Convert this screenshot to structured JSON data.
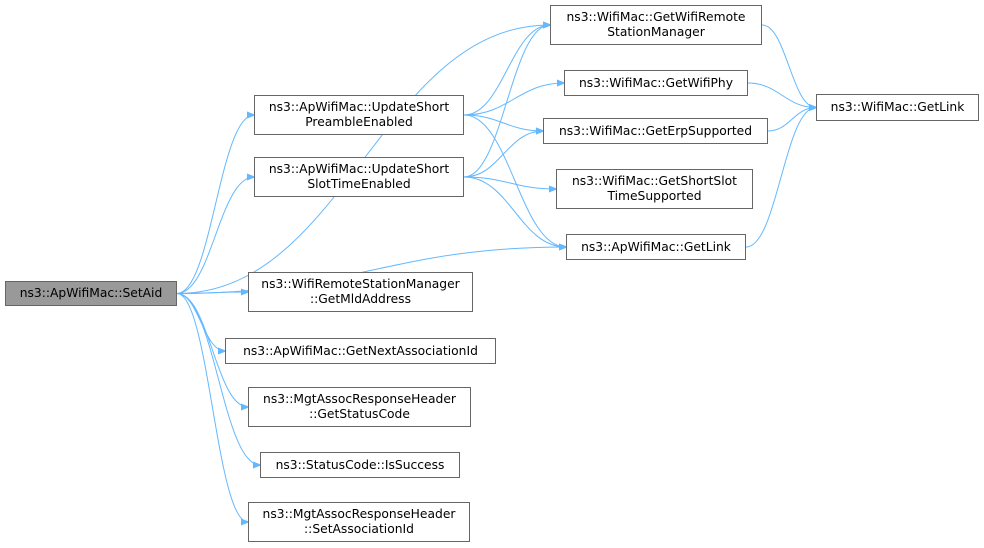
{
  "graph": {
    "edge_color": "#63b8ff",
    "root_fill": "#999999",
    "node_border": "#666666",
    "nodes": {
      "setaid": {
        "lines": [
          "ns3::ApWifiMac::SetAid"
        ]
      },
      "upd_preamble": {
        "lines": [
          "ns3::ApWifiMac::UpdateShort",
          "PreambleEnabled"
        ]
      },
      "upd_slot": {
        "lines": [
          "ns3::ApWifiMac::UpdateShort",
          "SlotTimeEnabled"
        ]
      },
      "get_rsm": {
        "lines": [
          "ns3::WifiMac::GetWifiRemote",
          "StationManager"
        ]
      },
      "get_phy": {
        "lines": [
          "ns3::WifiMac::GetWifiPhy"
        ]
      },
      "get_erp": {
        "lines": [
          "ns3::WifiMac::GetErpSupported"
        ]
      },
      "get_shortslot": {
        "lines": [
          "ns3::WifiMac::GetShortSlot",
          "TimeSupported"
        ]
      },
      "wifimac_getlink": {
        "lines": [
          "ns3::WifiMac::GetLink"
        ]
      },
      "apwifimac_getlink": {
        "lines": [
          "ns3::ApWifiMac::GetLink"
        ]
      },
      "get_mld": {
        "lines": [
          "ns3::WifiRemoteStationManager",
          "::GetMldAddress"
        ]
      },
      "get_next_assoc": {
        "lines": [
          "ns3::ApWifiMac::GetNextAssociationId"
        ]
      },
      "get_status": {
        "lines": [
          "ns3::MgtAssocResponseHeader",
          "::GetStatusCode"
        ]
      },
      "is_success": {
        "lines": [
          "ns3::StatusCode::IsSuccess"
        ]
      },
      "set_assoc": {
        "lines": [
          "ns3::MgtAssocResponseHeader",
          "::SetAssociationId"
        ]
      }
    },
    "edges": [
      [
        "setaid",
        "get_rsm"
      ],
      [
        "setaid",
        "upd_preamble"
      ],
      [
        "setaid",
        "upd_slot"
      ],
      [
        "setaid",
        "apwifimac_getlink"
      ],
      [
        "setaid",
        "get_mld"
      ],
      [
        "setaid",
        "get_next_assoc"
      ],
      [
        "setaid",
        "get_status"
      ],
      [
        "setaid",
        "is_success"
      ],
      [
        "setaid",
        "set_assoc"
      ],
      [
        "upd_preamble",
        "get_rsm"
      ],
      [
        "upd_preamble",
        "get_phy"
      ],
      [
        "upd_preamble",
        "get_erp"
      ],
      [
        "upd_preamble",
        "apwifimac_getlink"
      ],
      [
        "upd_slot",
        "get_rsm"
      ],
      [
        "upd_slot",
        "get_erp"
      ],
      [
        "upd_slot",
        "get_shortslot"
      ],
      [
        "upd_slot",
        "apwifimac_getlink"
      ],
      [
        "get_rsm",
        "wifimac_getlink"
      ],
      [
        "get_phy",
        "wifimac_getlink"
      ],
      [
        "get_erp",
        "wifimac_getlink"
      ],
      [
        "apwifimac_getlink",
        "wifimac_getlink"
      ]
    ]
  }
}
